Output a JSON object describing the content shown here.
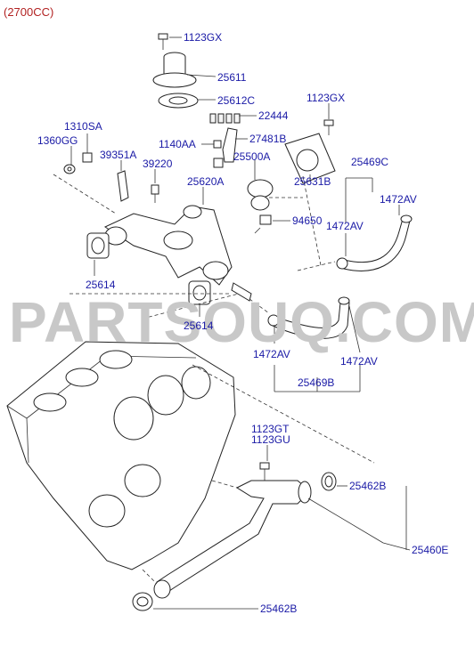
{
  "header": {
    "engine": "(2700CC)"
  },
  "watermark": "PARTSOUQ.COM",
  "colors": {
    "label": "#1a1aa6",
    "header": "#b22222",
    "watermark": "#c8c8c8"
  },
  "labels": {
    "p1123GX_top": "1123GX",
    "p25611": "25611",
    "p25612C": "25612C",
    "p22444": "22444",
    "p1123GX_right": "1123GX",
    "p1310SA": "1310SA",
    "p1360GG": "1360GG",
    "p39351A": "39351A",
    "p39220": "39220",
    "p1140AA": "1140AA",
    "p27481B": "27481B",
    "p25500A": "25500A",
    "p25469C": "25469C",
    "p25620A": "25620A",
    "p25631B": "25631B",
    "p1472AV_a": "1472AV",
    "p1472AV_b": "1472AV",
    "p94650": "94650",
    "p25614_a": "25614",
    "p25614_b": "25614",
    "p1472AV_c": "1472AV",
    "p1472AV_d": "1472AV",
    "p25469B": "25469B",
    "p1123GT": "1123GT",
    "p1123GU": "1123GU",
    "p25462B_top": "25462B",
    "p25460E": "25460E",
    "p25462B_bot": "25462B"
  }
}
